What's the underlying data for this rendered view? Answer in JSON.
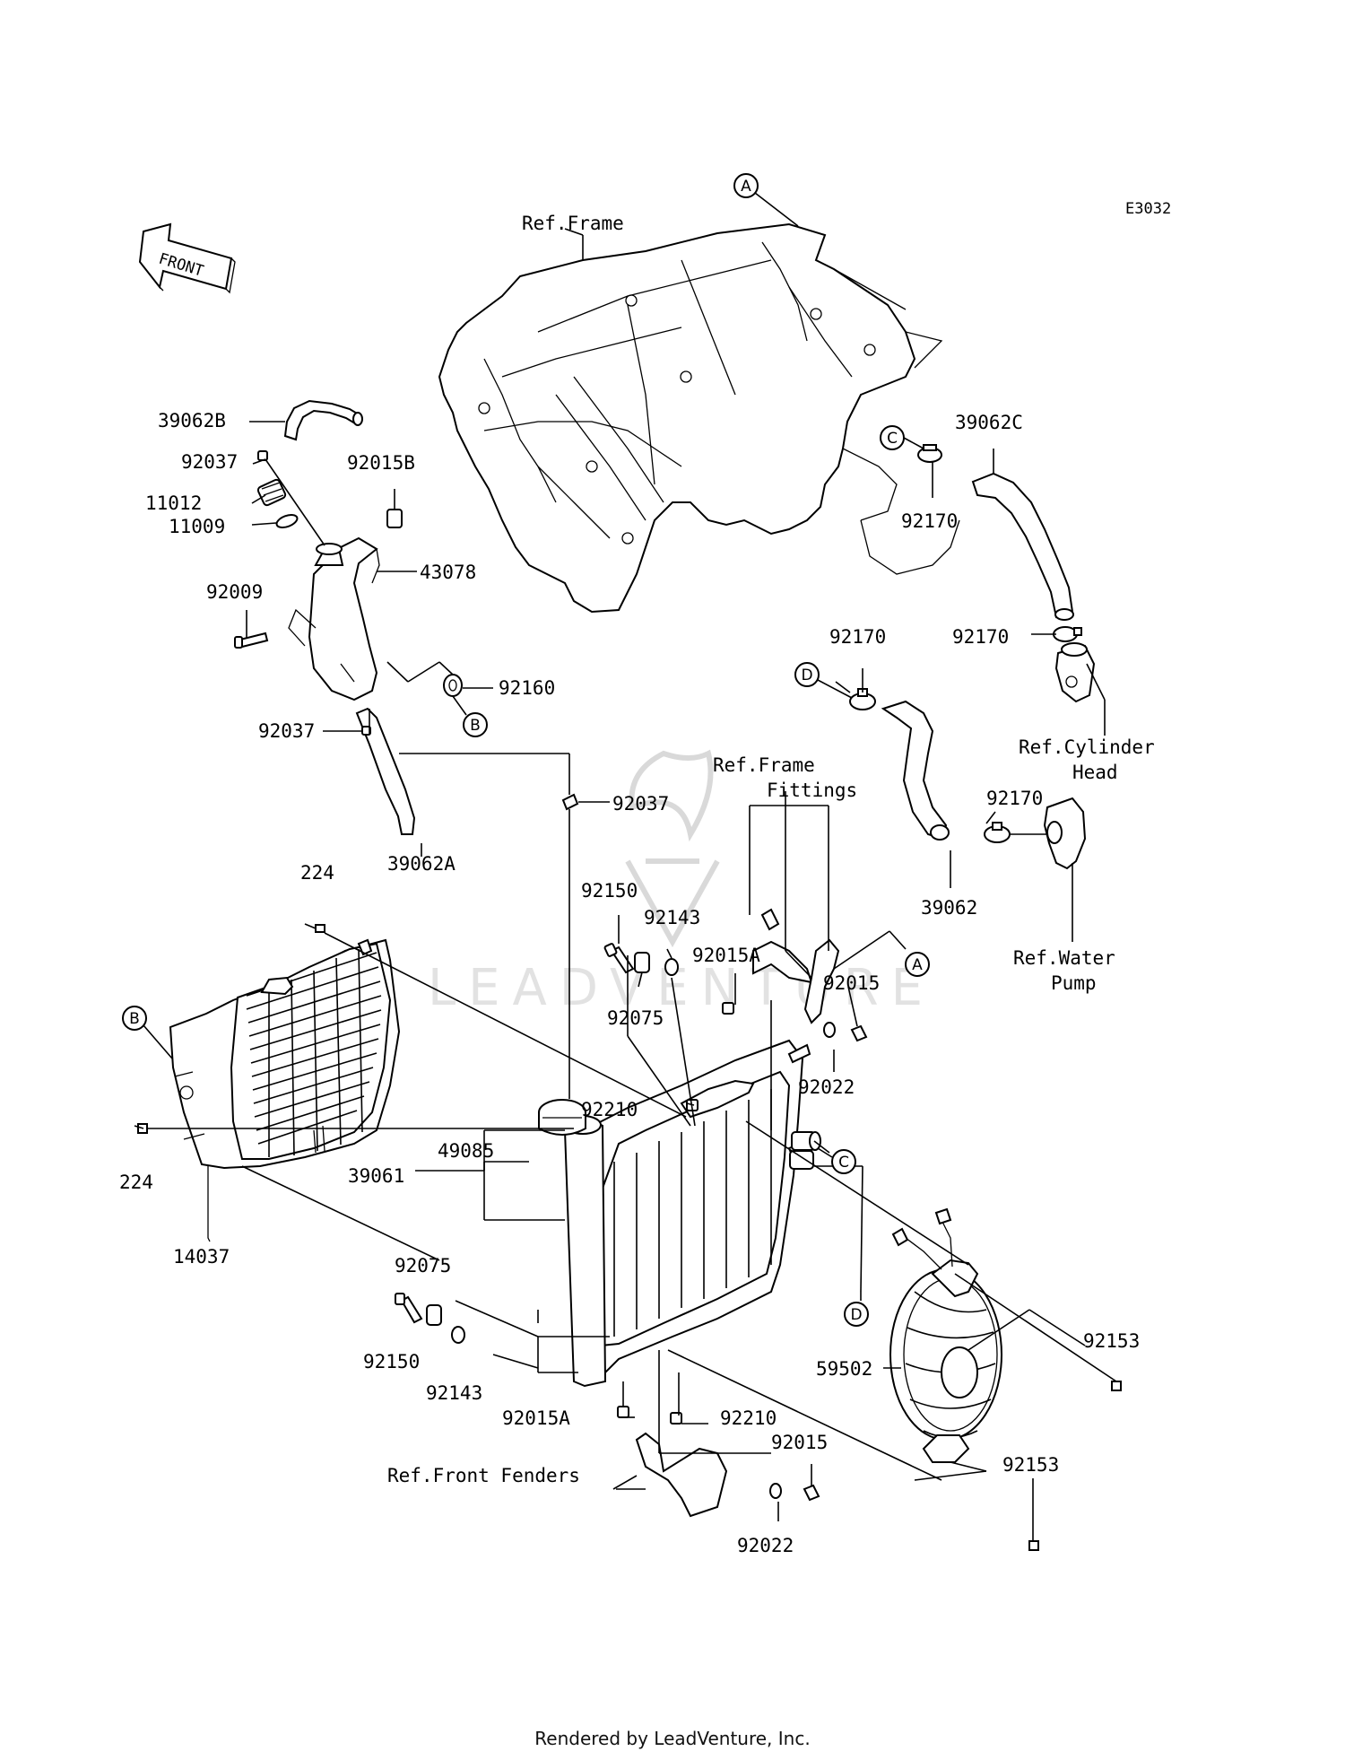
{
  "diagram_code": "E3032",
  "front_arrow": {
    "label": "FRONT"
  },
  "refs": {
    "frame": "Ref.Frame",
    "cylinder_head_1": "Ref.Cylinder",
    "cylinder_head_2": "Head",
    "frame_fittings_1": "Ref.Frame",
    "frame_fittings_2": "Fittings",
    "water_pump_1": "Ref.Water",
    "water_pump_2": "Pump",
    "front_fenders": "Ref.Front Fenders"
  },
  "circle_markers": [
    "A",
    "B",
    "C",
    "D"
  ],
  "parts": {
    "p39062B": "39062B",
    "p92037_a": "92037",
    "p11012": "11012",
    "p11009": "11009",
    "p92015B": "92015B",
    "p43078": "43078",
    "p92009": "92009",
    "p92160": "92160",
    "p92037_b": "92037",
    "p92037_c": "92037",
    "p39062A": "39062A",
    "p39062C": "39062C",
    "p92170_a": "92170",
    "p92170_b": "92170",
    "p92170_c": "92170",
    "p92170_d": "92170",
    "p39062": "39062",
    "p224_a": "224",
    "p224_b": "224",
    "p14037": "14037",
    "p92150_a": "92150",
    "p92143_a": "92143",
    "p92075_a": "92075",
    "p92015A_a": "92015A",
    "p92015_a": "92015",
    "p92022_a": "92022",
    "p92210_a": "92210",
    "p49085": "49085",
    "p39061": "39061",
    "p92075_b": "92075",
    "p92150_b": "92150",
    "p92143_b": "92143",
    "p92015A_b": "92015A",
    "p92210_b": "92210",
    "p92015_b": "92015",
    "p92022_b": "92022",
    "p92153_a": "92153",
    "p59502": "59502",
    "p92153_b": "92153"
  },
  "watermark": "LEADVENTURE",
  "footer": "Rendered by LeadVenture, Inc."
}
